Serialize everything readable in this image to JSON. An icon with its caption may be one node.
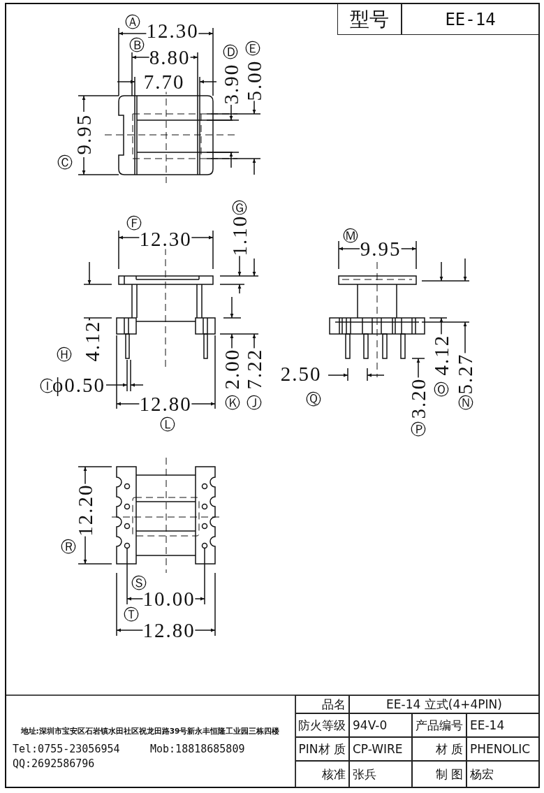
{
  "diagram": {
    "labels": [
      "Ⓐ",
      "型号",
      "EE-14",
      "12.30",
      "Ⓑ",
      "8.80",
      "Ⓓ",
      "Ⓔ",
      "3.90",
      "5.00",
      "7.70",
      "9.95",
      "Ⓒ",
      "Ⓕ",
      "12.30",
      "Ⓖ",
      "1.10",
      "Ⓜ",
      "9.95",
      "Ⓗ",
      "4.12",
      "2.00",
      "7.22",
      "2.50",
      "4.12",
      "5.27",
      "Ⓘ",
      "ϕ0.50",
      "12.80",
      "Ⓚ",
      "Ⓙ",
      "Ⓠ",
      "3.20",
      "Ⓞ",
      "Ⓝ",
      "Ⓛ",
      "Ⓟ",
      "12.20",
      "Ⓡ",
      "Ⓢ",
      "10.00",
      "Ⓣ",
      "12.80",
      "地址:深圳市宝安区石岩镇水田社区祝龙田路39号新永丰恒隆工业园三栋四楼",
      "Tel:0755-23056954",
      "Mob:18818685809",
      "QQ:2692586796",
      "品名",
      "EE-14 立式(4+4PIN)",
      "防火等级",
      "94V-0",
      "产品编号",
      "EE-14",
      "PIN材 质",
      "CP-WIRE",
      "材 质",
      "PHENOLIC",
      "核准",
      "张兵",
      "制 图",
      "杨宏"
    ]
  }
}
